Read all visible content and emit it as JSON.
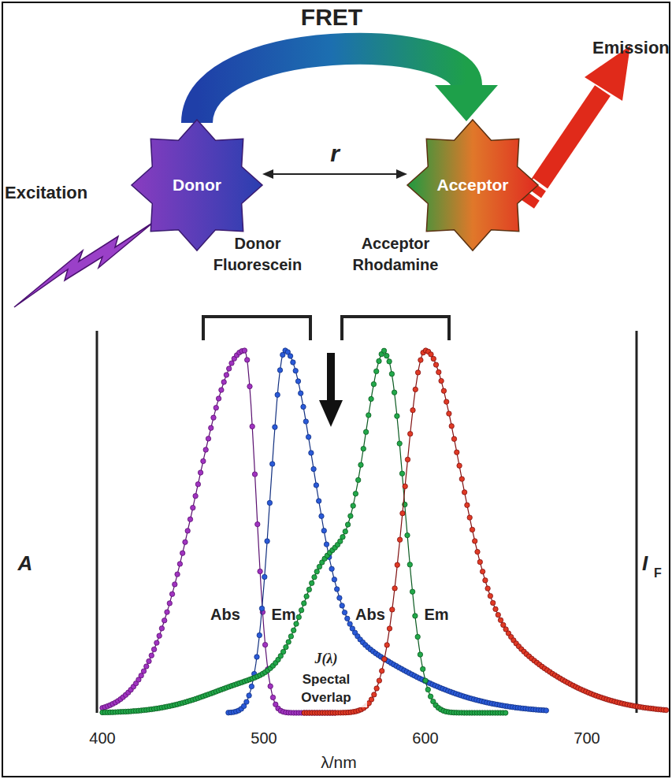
{
  "diagram": {
    "nodes": [
      {
        "text": [
          "Donor"
        ]
      },
      {
        "text": [
          "Acceptor"
        ]
      }
    ],
    "edges": [
      {
        "from": 0,
        "to": 1,
        "arrow": "to",
        "label": "FRET"
      },
      {
        "from": 0,
        "to": 1,
        "arrow": "both",
        "label": "r"
      }
    ],
    "labels": [
      "Excitation",
      "Emission",
      "Donor Fluorescein",
      "Acceptor Rhodamine",
      "A",
      "I",
      "F",
      "Abs",
      "Em",
      "Abs",
      "Em",
      "J(λ)",
      "Spectal Overlap",
      "400",
      "500",
      "600",
      "700",
      "λ/nm"
    ]
  }
}
